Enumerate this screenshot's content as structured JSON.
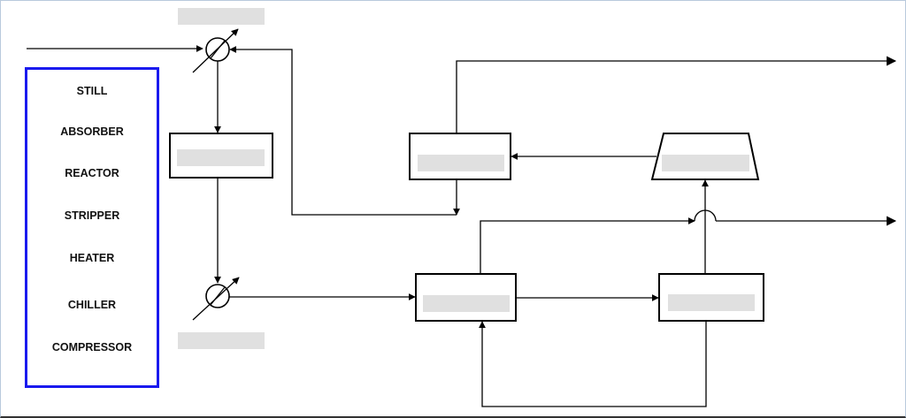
{
  "legend": {
    "items": [
      "STILL",
      "ABSORBER",
      "REACTOR",
      "STRIPPER",
      "HEATER",
      "CHILLER",
      "COMPRESSOR"
    ],
    "border_color": "#1a1aee"
  },
  "diagram": {
    "label_placeholder_color": "#e0e0e0",
    "line_color": "#000000"
  }
}
